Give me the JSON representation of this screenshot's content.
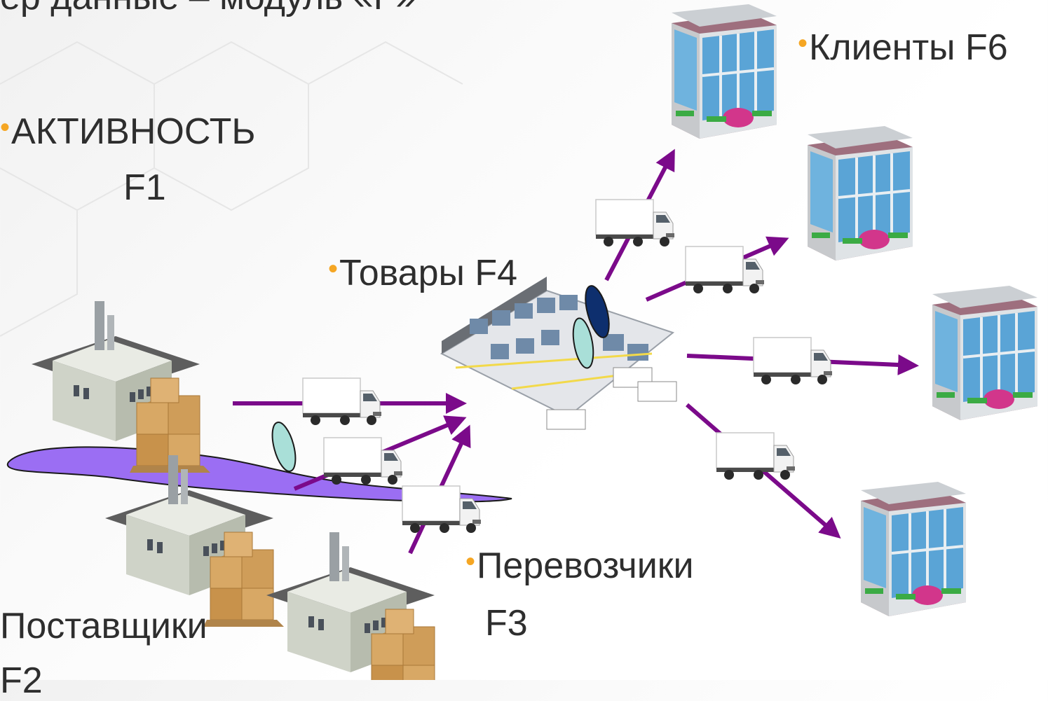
{
  "title_partial": "ер данные – модуль «F»",
  "activity": {
    "line1": "АКТИВНОСТЬ",
    "line2": "F1"
  },
  "labels": {
    "clients": "Клиенты F6",
    "goods": "Товары F4",
    "carriers_line1": "Перевозчики",
    "carriers_line2": "F3",
    "suppliers_line1": "Поставщики",
    "suppliers_line2": "F2"
  },
  "colors": {
    "arrow": "#7b0a8a",
    "bullet": "#f5a623",
    "blob": "#9b6ef3",
    "text": "#2e2e2e"
  },
  "icons": [
    "factory-icon",
    "warehouse-icon",
    "truck-icon",
    "office-building-icon",
    "boxes-icon",
    "bullet-icon"
  ]
}
